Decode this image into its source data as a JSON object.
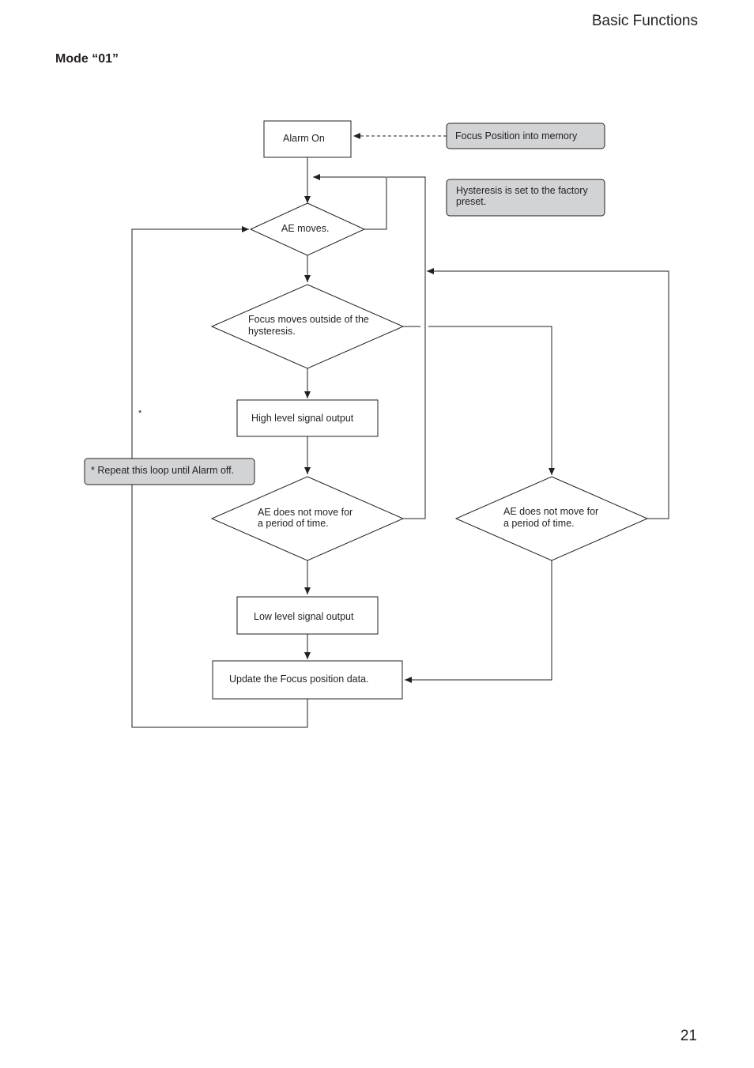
{
  "header": {
    "section_title": "Basic Functions",
    "mode_title": "Mode “01”"
  },
  "footer": {
    "page_number": "21"
  },
  "flowchart": {
    "nodes": {
      "alarm_on": "Alarm On",
      "ae_moves": "AE moves.",
      "focus_moves": [
        "Focus moves outside of the",
        "hysteresis."
      ],
      "high_signal": "High level signal output",
      "ae_no_move_left": [
        "AE does not move for",
        "a period of time."
      ],
      "ae_no_move_right": [
        "AE does not move for",
        "a period of time."
      ],
      "low_signal": "Low level signal output",
      "update_focus": "Update the Focus position data."
    },
    "notes": {
      "focus_memory": "Focus Position into memory",
      "hysteresis": [
        "Hysteresis is set to the factory",
        "preset."
      ],
      "repeat_loop": "* Repeat this loop until Alarm off.",
      "loop_marker": "*"
    }
  }
}
